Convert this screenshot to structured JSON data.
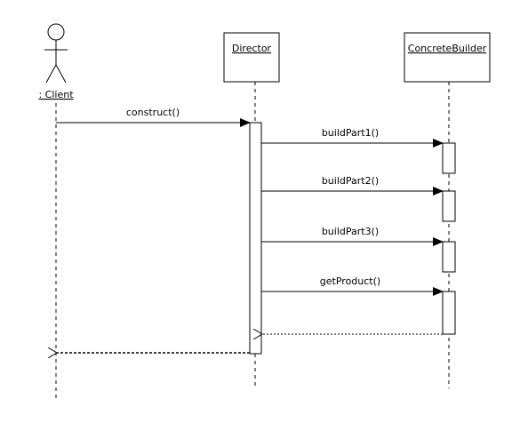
{
  "participants": {
    "client": {
      "label": ": Client"
    },
    "director": {
      "label": "Director"
    },
    "builder": {
      "label": "ConcreteBuilder"
    }
  },
  "messages": {
    "construct": "construct()",
    "build_part_1": "buildPart1()",
    "build_part_2": "buildPart2()",
    "build_part_3": "buildPart3()",
    "get_product": "getProduct()"
  }
}
